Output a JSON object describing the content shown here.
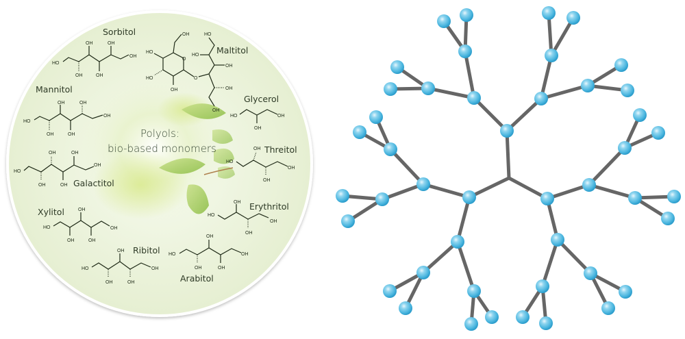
{
  "left_panel": {
    "title_line1": "Polyols:",
    "title_line2": "bio-based monomers",
    "background_color": "#eef5de",
    "compounds": [
      {
        "name": "Sorbitol"
      },
      {
        "name": "Maltitol"
      },
      {
        "name": "Mannitol"
      },
      {
        "name": "Glycerol"
      },
      {
        "name": "Threitol"
      },
      {
        "name": "Galactitol"
      },
      {
        "name": "Erythritol"
      },
      {
        "name": "Xylitol"
      },
      {
        "name": "Ribitol"
      },
      {
        "name": "Arabitol"
      }
    ],
    "group_labels": {
      "oh": "OH",
      "ho": "HO",
      "o": "O"
    }
  },
  "right_panel": {
    "diagram": "dendrimer",
    "node_color": "#5bbfe3",
    "bond_color": "#666666",
    "generations": 4
  }
}
